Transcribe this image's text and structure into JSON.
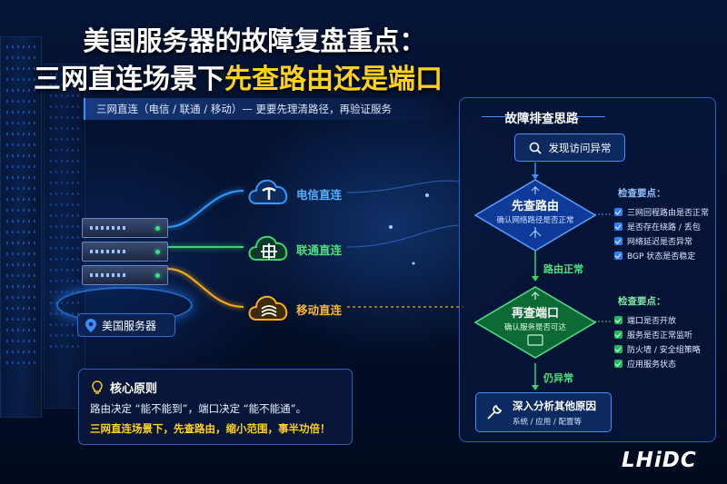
{
  "title": {
    "line1": "美国服务器的故障复盘重点：",
    "line2_prefix": "三网直连场景下",
    "line2_highlight": "先查路由还是端口"
  },
  "subtitle": "三网直连（电信 / 联通 / 移动）— 更要先理清路径，再验证服务",
  "server": {
    "label": "美国服务器"
  },
  "carriers": [
    {
      "label": "电信直连",
      "color": "#2f9bff",
      "icon": "china-telecom-icon"
    },
    {
      "label": "联通直连",
      "color": "#39d66a",
      "icon": "china-unicom-icon"
    },
    {
      "label": "移动直连",
      "color": "#ffae1a",
      "icon": "china-mobile-icon"
    }
  ],
  "principle": {
    "heading": "核心原则",
    "line1": "路由决定 “能不能到”，端口决定 “能不能通”。",
    "line2": "三网直连场景下，先查路由，缩小范围，事半功倍！"
  },
  "flow": {
    "title": "故障排查思路",
    "start": "发现访问异常",
    "step1_title": "先查路由",
    "step1_sub": "确认网络路径是否正常",
    "step1_checks_heading": "检查要点：",
    "step1_checks": [
      "三网回程路由是否正常",
      "是否存在绕路 / 丢包",
      "网络延迟是否异常",
      "BGP 状态是否稳定"
    ],
    "link1": "路由正常",
    "step2_title": "再查端口",
    "step2_sub": "确认服务是否可达",
    "step2_checks_heading": "检查要点：",
    "step2_checks": [
      "端口是否开放",
      "服务是否正常监听",
      "防火墙 / 安全组策略",
      "应用服务状态"
    ],
    "link2": "仍异常",
    "end_title": "深入分析其他原因",
    "end_sub": "系统 / 应用 / 配置等"
  },
  "brand": "LHiDC",
  "colors": {
    "accent_yellow": "#ffd21a",
    "route_blue": "#2f7cff",
    "port_green": "#1fb85a"
  }
}
